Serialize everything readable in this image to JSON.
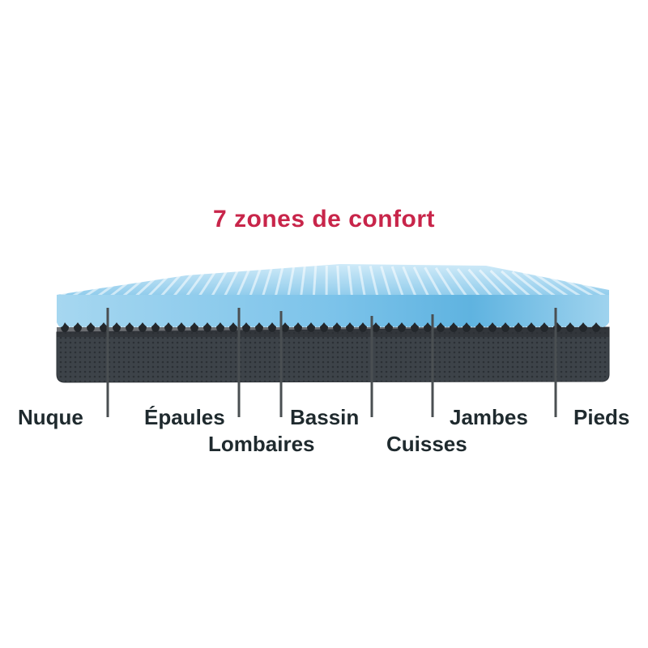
{
  "title": "7 zones de confort",
  "colors": {
    "title": "#c8254a",
    "label": "#1f2a2e",
    "foam_light": "#9fd3ee",
    "foam_dark": "#5fb3e0",
    "base": "#3c4248",
    "line": "#4a4f52"
  },
  "zones": [
    {
      "name": "Nuque"
    },
    {
      "name": "Épaules"
    },
    {
      "name": "Lombaires"
    },
    {
      "name": "Bassin"
    },
    {
      "name": "Cuisses"
    },
    {
      "name": "Jambes"
    },
    {
      "name": "Pieds"
    }
  ]
}
